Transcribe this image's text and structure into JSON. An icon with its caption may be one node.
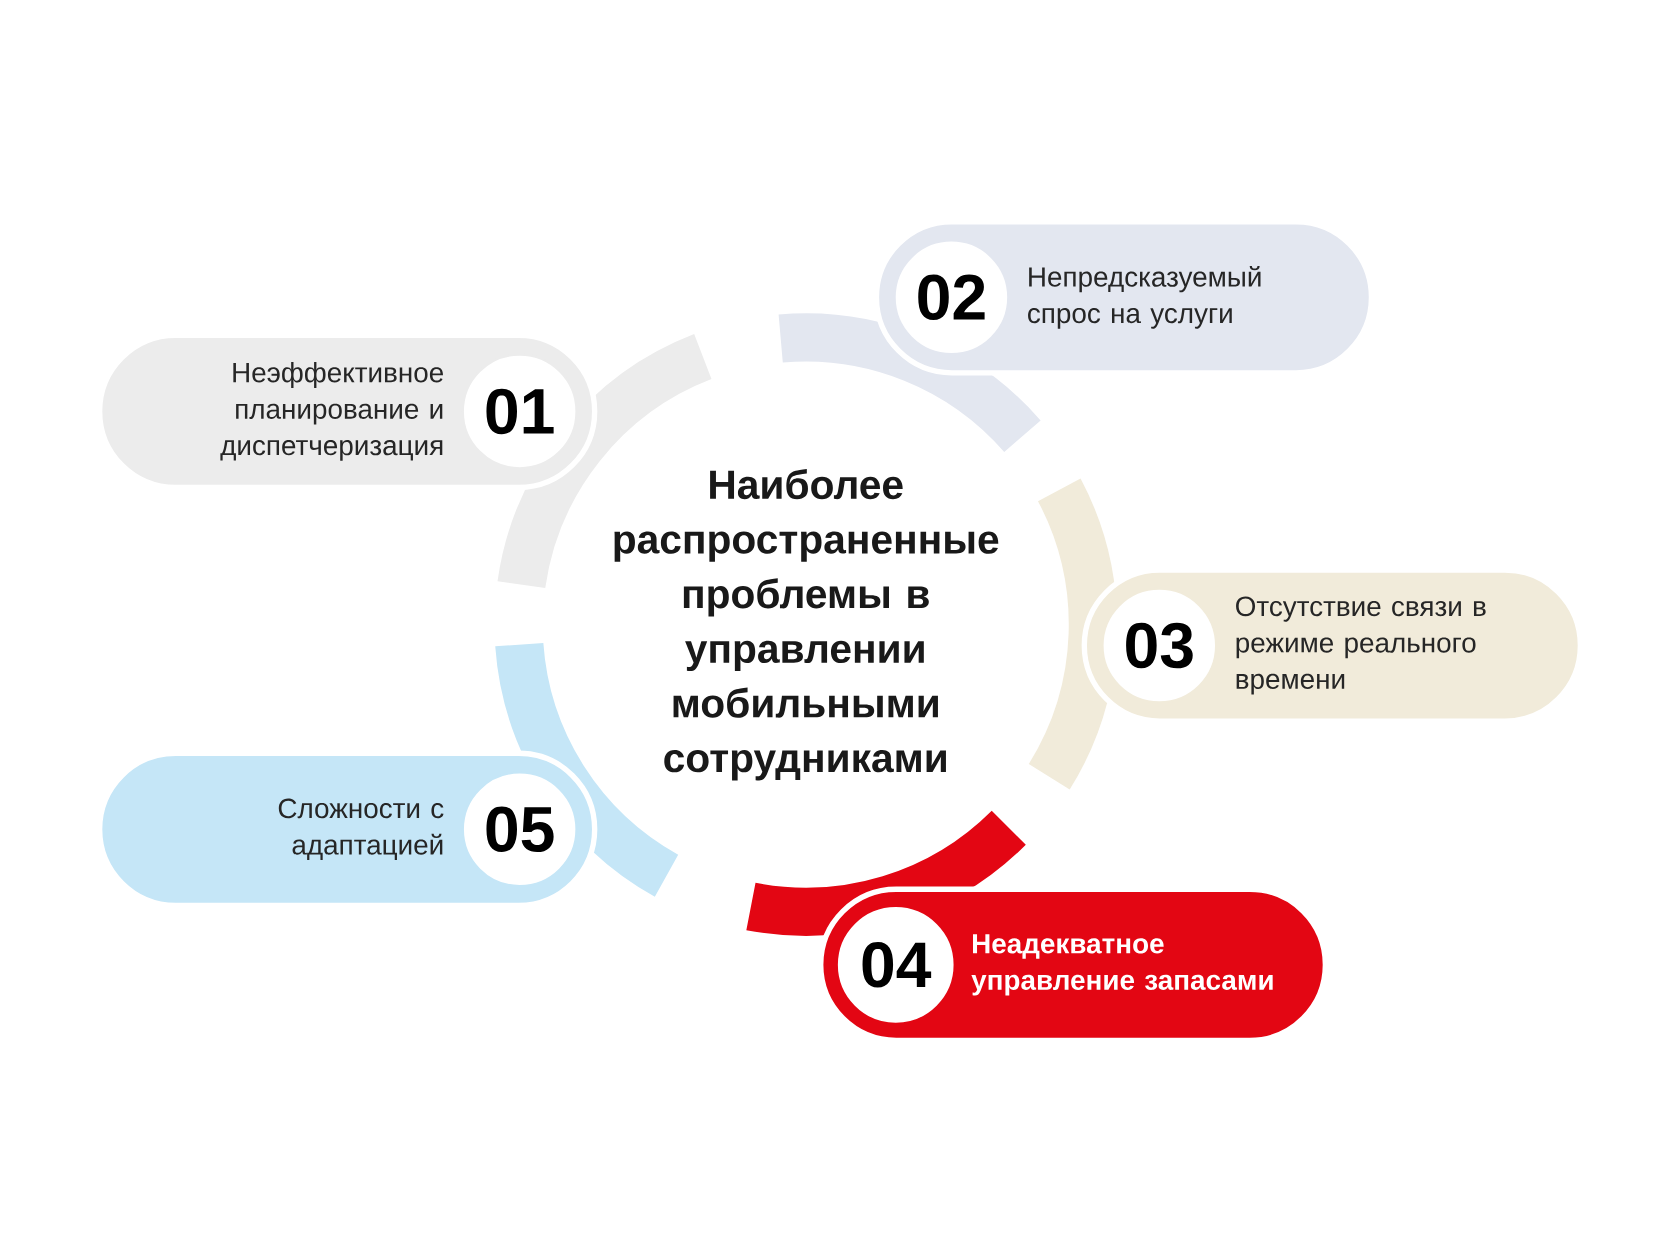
{
  "diagram": {
    "title": "Наиболее распространенные проблемы в управлении мобильными сотрудниками",
    "nodes": [
      {
        "text": [
          "Неэффективное планирование и диспетчеризация",
          "01"
        ]
      },
      {
        "text": [
          "02",
          "Непредсказуемый спрос на услуги"
        ]
      },
      {
        "text": [
          "03",
          "Отсутствие связи в режиме реального времени"
        ]
      },
      {
        "text": [
          "04",
          "Неадекватное управление запасами"
        ]
      },
      {
        "text": [
          "Сложности с адаптацией",
          "05"
        ]
      }
    ]
  }
}
